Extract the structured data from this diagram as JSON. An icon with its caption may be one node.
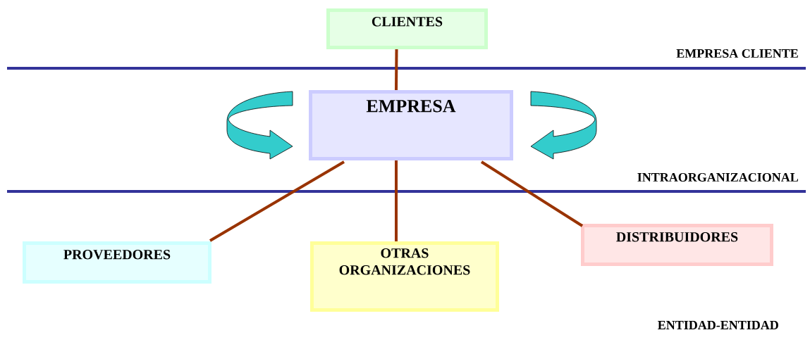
{
  "diagram": {
    "nodes": [
      {
        "text": [
          "CLIENTES"
        ]
      },
      {
        "text": [
          "EMPRESA"
        ]
      },
      {
        "text": [
          "PROVEEDORES"
        ]
      },
      {
        "text": [
          "OTRAS ORGANIZACIONES"
        ]
      },
      {
        "text": [
          "DISTRIBUIDORES"
        ]
      }
    ],
    "edges": [
      {
        "from": 0,
        "to": 1,
        "arrow": "none"
      },
      {
        "from": 1,
        "to": 2,
        "arrow": "none"
      },
      {
        "from": 1,
        "to": 3,
        "arrow": "none"
      },
      {
        "from": 1,
        "to": 4,
        "arrow": "none"
      }
    ],
    "labels": [
      "EMPRESA CLIENTE",
      "INTRAORGANIZACIONAL",
      "ENTIDAD-ENTIDAD"
    ]
  }
}
